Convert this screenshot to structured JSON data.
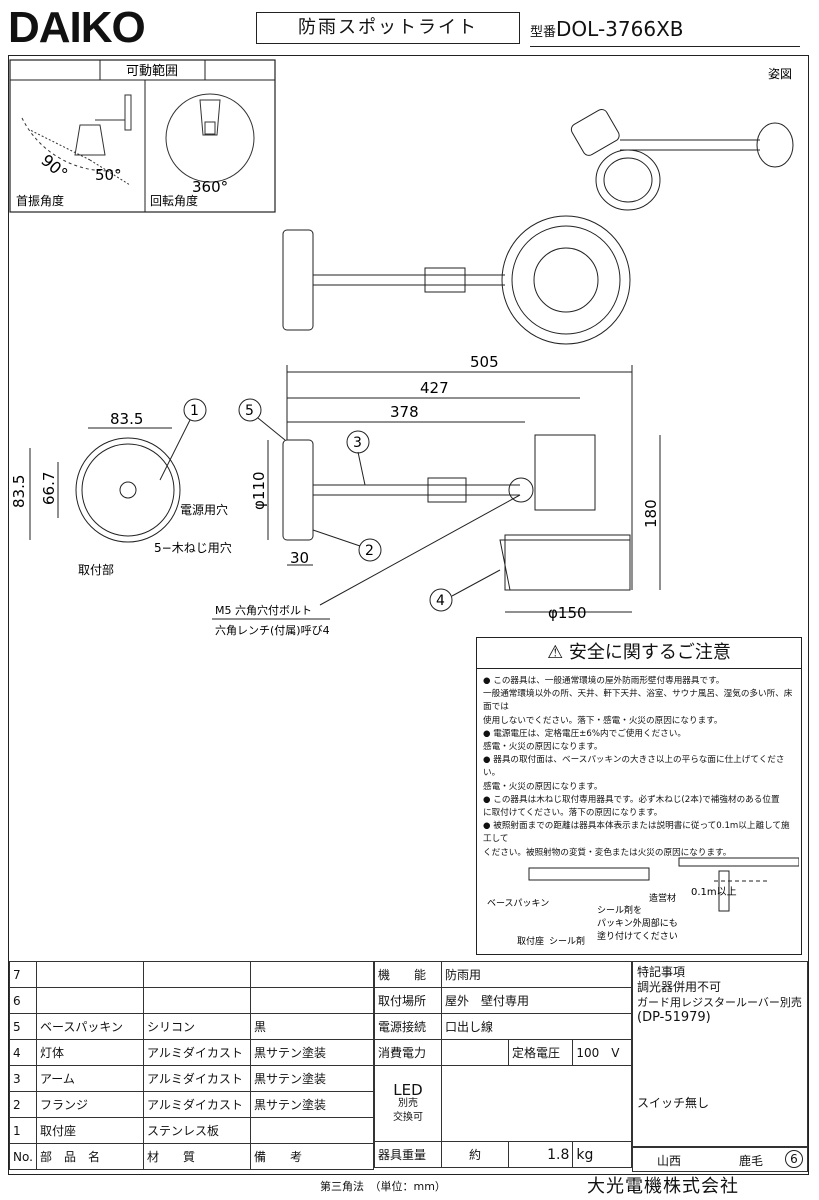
{
  "brand": {
    "logo_text": "DAIKO"
  },
  "header": {
    "product_name": "防雨スポットライト",
    "model_label": "型番",
    "model_number": "DOL-3766XB"
  },
  "movable_range": {
    "title": "可動範囲",
    "tilt_label": "首振角度",
    "rotate_label": "回転角度",
    "tilt_angle_1": "90°",
    "tilt_angle_2": "50°",
    "rotate_angle": "360°"
  },
  "perspective_label": "姿図",
  "dimensions": {
    "d505": "505",
    "d427": "427",
    "d378": "378",
    "d83_5_w": "83.5",
    "d83_5_h": "83.5",
    "d66_7": "66.7",
    "d110": "φ110",
    "d30": "30",
    "d180": "180",
    "d150": "φ150"
  },
  "callouts": {
    "c1": "1",
    "c2": "2",
    "c3": "3",
    "c4": "4",
    "c5": "5",
    "power_hole": "電源用穴",
    "screw_hole": "5−木ねじ用穴",
    "mount": "取付部",
    "bolt_line1": "M5 六角穴付ボルト",
    "bolt_line2": "六角レンチ(付属)呼び4"
  },
  "safety": {
    "title": "安全に関するご注意",
    "lines": [
      "● この器具は、一般通常環境の屋外防雨形壁付専用器具です。",
      "一般通常環境以外の所、天井、軒下天井、浴室、サウナ風呂、湿気の多い所、床面では",
      "使用しないでください。落下・感電・火災の原因になります。",
      "● 電源電圧は、定格電圧±6%内でご使用ください。",
      "感電・火災の原因になります。",
      "● 器具の取付面は、ベースパッキンの大きさ以上の平らな面に仕上げてください。",
      "感電・火災の原因になります。",
      "● この器具は木ねじ取付専用器具です。必ず木ねじ(2本)で補強材のある位置",
      "に取付けてください。落下の原因になります。",
      "● 被照射面までの距離は器具本体表示または説明書に従って0.1m以上離して施工して",
      "ください。被照射物の変質・変色または火災の原因になります。"
    ],
    "fig_base_packing": "ベースパッキン",
    "fig_mount": "取付座",
    "fig_sealant": "シール剤",
    "fig_seal_note_1": "シール剤を",
    "fig_seal_note_2": "パッキン外周部にも",
    "fig_seal_note_3": "塗り付けてください",
    "fig_structure": "造営材",
    "fig_distance": "0.1m以上"
  },
  "parts": {
    "rows": [
      {
        "no": "7",
        "name": "",
        "material": "",
        "note": ""
      },
      {
        "no": "6",
        "name": "",
        "material": "",
        "note": ""
      },
      {
        "no": "5",
        "name": "ベースパッキン",
        "material": "シリコン",
        "note": "黒"
      },
      {
        "no": "4",
        "name": "灯体",
        "material": "アルミダイカスト",
        "note": "黒サテン塗装"
      },
      {
        "no": "3",
        "name": "アーム",
        "material": "アルミダイカスト",
        "note": "黒サテン塗装"
      },
      {
        "no": "2",
        "name": "フランジ",
        "material": "アルミダイカスト",
        "note": "黒サテン塗装"
      },
      {
        "no": "1",
        "name": "取付座",
        "material": "ステンレス板",
        "note": ""
      }
    ],
    "header": {
      "no": "No.",
      "name": "部　品　名",
      "material": "材　　質",
      "note": "備　　考"
    }
  },
  "spec": {
    "function_label": "機　　能",
    "function_value": "防雨用",
    "install_label": "取付場所",
    "install_value": "屋外　壁付専用",
    "power_label": "電源接続",
    "power_value": "口出し線",
    "consumption_label": "消費電力",
    "rated_voltage_label": "定格電圧",
    "rated_voltage_value": "100　V",
    "led_label": "LED",
    "led_sub1": "別売",
    "led_sub2": "交換可",
    "weight_label": "器具重量",
    "weight_approx": "約",
    "weight_value": "1.8",
    "weight_unit": "kg"
  },
  "notes": {
    "title": "特記事項",
    "line1": "調光器併用不可",
    "line2": "ガード用レジスタールーバー別売",
    "line3": "(DP-51979)",
    "switch": "スイッチ無し",
    "drafter1": "山西",
    "drafter2": "鹿毛",
    "revision": "6"
  },
  "footer": {
    "projection": "第三角法　（単位：mm）",
    "company": "大光電機株式会社"
  }
}
